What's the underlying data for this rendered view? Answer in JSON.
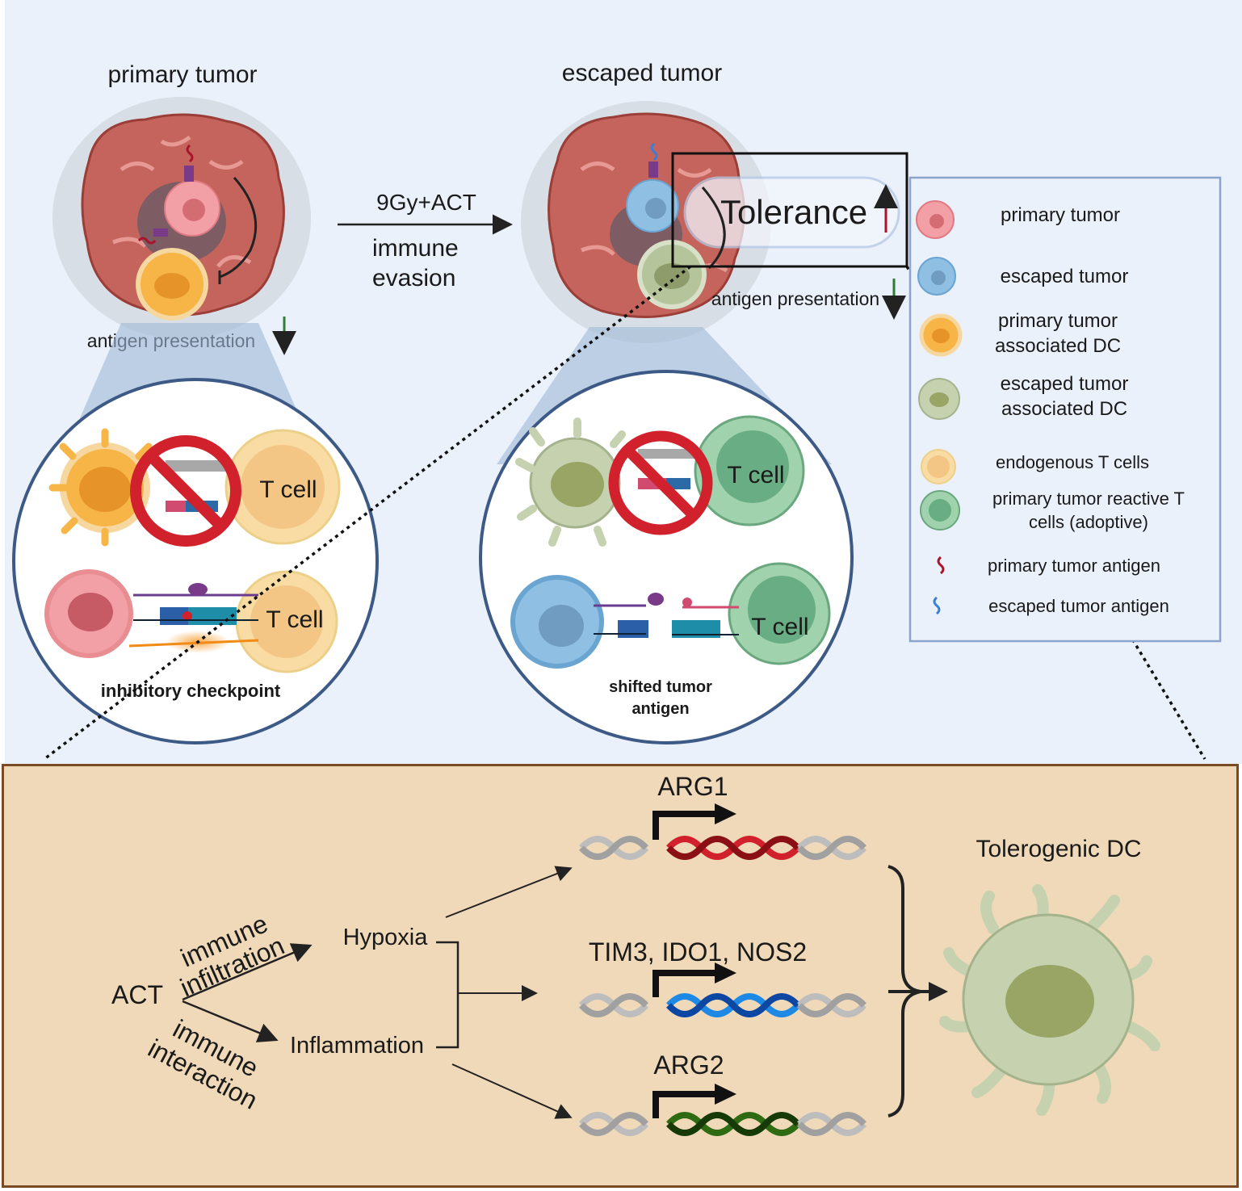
{
  "top": {
    "primary_title": "primary tumor",
    "escaped_title": "escaped tumor",
    "treatment_label": "9Gy+ACT",
    "evasion_line1": "immune",
    "evasion_line2": "evasion",
    "antigen_presentation_left": "antigen presentation",
    "antigen_presentation_right": "antigen presentation",
    "tolerance_label": "Tolerance",
    "tcell_label": "T cell",
    "inhibitory_checkpoint": "inhibitory checkpoint",
    "shifted_line1": "shifted tumor",
    "shifted_line2": "antigen"
  },
  "legend": {
    "items": [
      {
        "lines": [
          "primary tumor"
        ]
      },
      {
        "lines": [
          "escaped tumor"
        ]
      },
      {
        "lines": [
          "primary tumor",
          "associated DC"
        ]
      },
      {
        "lines": [
          "escaped tumor",
          "associated DC"
        ]
      },
      {
        "lines": [
          "endogenous T cells"
        ]
      },
      {
        "lines": [
          "primary tumor reactive T",
          "cells (adoptive)"
        ]
      },
      {
        "lines": [
          "primary tumor antigen"
        ]
      },
      {
        "lines": [
          "escaped tumor antigen"
        ]
      }
    ]
  },
  "bottom": {
    "act_label": "ACT",
    "infiltration_line1": "immune",
    "infiltration_line2": "infiltration",
    "interaction_line1": "immune",
    "interaction_line2": "interaction",
    "hypoxia": "Hypoxia",
    "inflammation": "Inflammation",
    "gene_top": "ARG1",
    "gene_middle": "TIM3, IDO1, NOS2",
    "gene_bottom": "ARG2",
    "result": "Tolerogenic DC"
  },
  "colors": {
    "top_bg": "#eaf1fb",
    "bottom_bg": "#efd9b8",
    "tumor_red": "#c4645c",
    "primary_cell_pink": "#f2a0a5",
    "escaped_cell_blue": "#8fc0e4",
    "dc_orange": "#f7b447",
    "dc_olive": "#b5c49a",
    "tcell_yellow": "#f8dca3",
    "tcell_green": "#7fbf94",
    "no_sign_red": "#d0212c",
    "dna_red": "#b01c22",
    "dna_blue": "#1e88e5",
    "dna_green": "#1d5a0f"
  }
}
